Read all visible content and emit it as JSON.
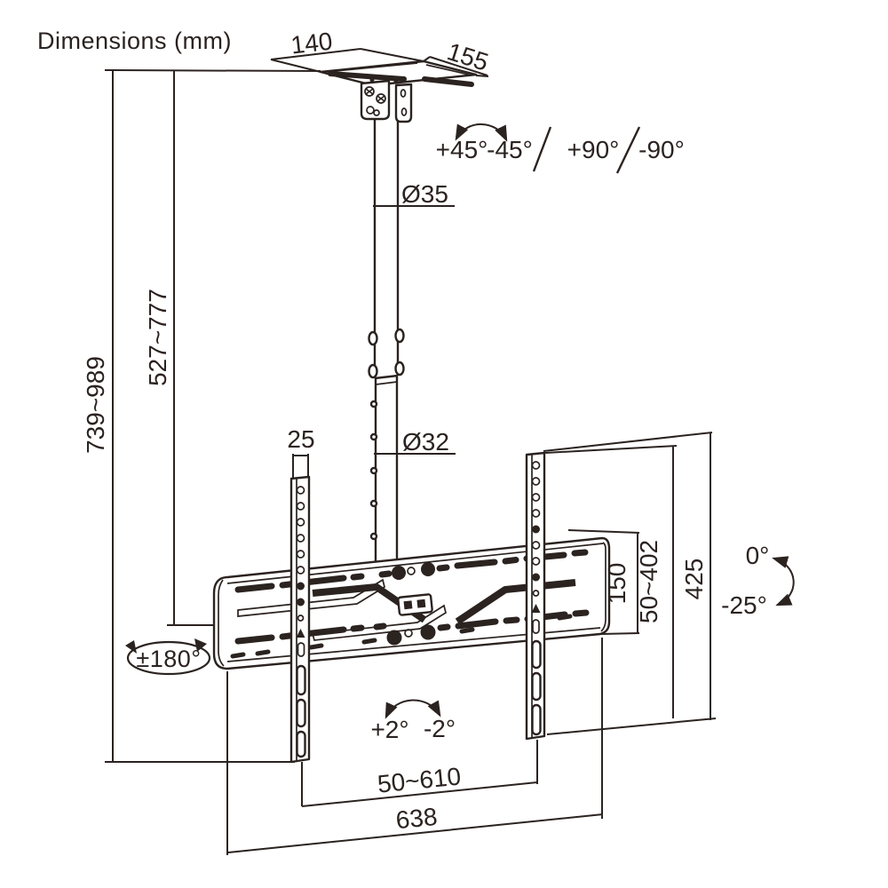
{
  "title": "Dimensions (mm)",
  "colors": {
    "line": "#2b2320",
    "background": "#ffffff"
  },
  "dimensions": {
    "ceiling_plate_width": "140",
    "ceiling_plate_depth": "155",
    "upper_pole_diameter": "Ø35",
    "lower_pole_diameter": "Ø32",
    "overall_height_range": "739~989",
    "pole_height_range": "527~777",
    "rail_width": "25",
    "plate_profile_height": "150",
    "vesa_vertical_range": "50~402",
    "bracket_height": "425",
    "vesa_horizontal_range": "50~610",
    "plate_width": "638"
  },
  "angles": {
    "swivel_plus_45": "+45°",
    "swivel_minus_45": "-45°",
    "swivel_plus_90": "+90°",
    "swivel_minus_90": "-90°",
    "tilt_up": "0°",
    "tilt_down": "-25°",
    "rotation_range": "±180°",
    "level_plus": "+2°",
    "level_minus": "-2°"
  }
}
